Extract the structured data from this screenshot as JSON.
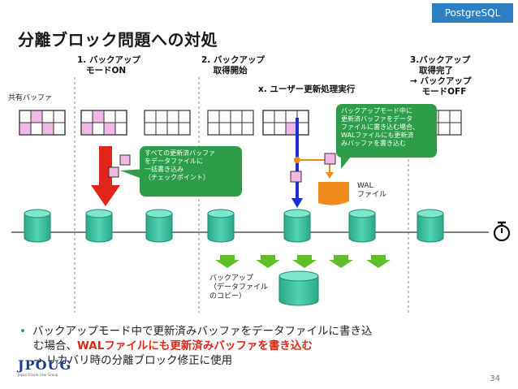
{
  "badge": "PostgreSQL",
  "title": "分離ブロック問題への対処",
  "steps": {
    "s1": "1. バックアップ\n   モードON",
    "s2": "2. バックアップ\n    取得開始",
    "sx": "x. ユーザー更新処理実行",
    "s3": "3.バックアップ\n   取得完了\n→ バックアップ\n    モードOFF"
  },
  "shared_buffer_label": "共有バッファ",
  "callout_checkpoint": "すべての更新済バッファ\nをデータファイルに\n一括書き込み\n（チェックポイント）",
  "callout_wal": "バックアップモード中に\n更新済バッファをデータ\nファイルに書き込む場合、\nWALファイルにも更新済\nみバッファを書き込む",
  "wal_label": "WAL\nファイル",
  "backup_label": "バックアップ\n（データファイル\nのコピー）",
  "bullet": {
    "line1": "バックアップモード中で更新済みバッファをデータファイルに書き込",
    "line2_plain": "む場合、",
    "line2_red": "WALファイルにも更新済みバッファを書き込む",
    "line3": "→ リカバリ時の分離ブロック修正に使用"
  },
  "logo_text": "JPOUG",
  "logo_sub": "Japan Oracle User Group",
  "page_number": "34",
  "colors": {
    "accent_blue": "#2e7fc1",
    "callout_green": "#2e9d4a",
    "cylinder_green": "#3dbf9f",
    "dirty_pink": "#f2b8e5",
    "red_arrow": "#e3241b",
    "blue_arrow": "#1d2fd4",
    "orange": "#f08a1a"
  }
}
